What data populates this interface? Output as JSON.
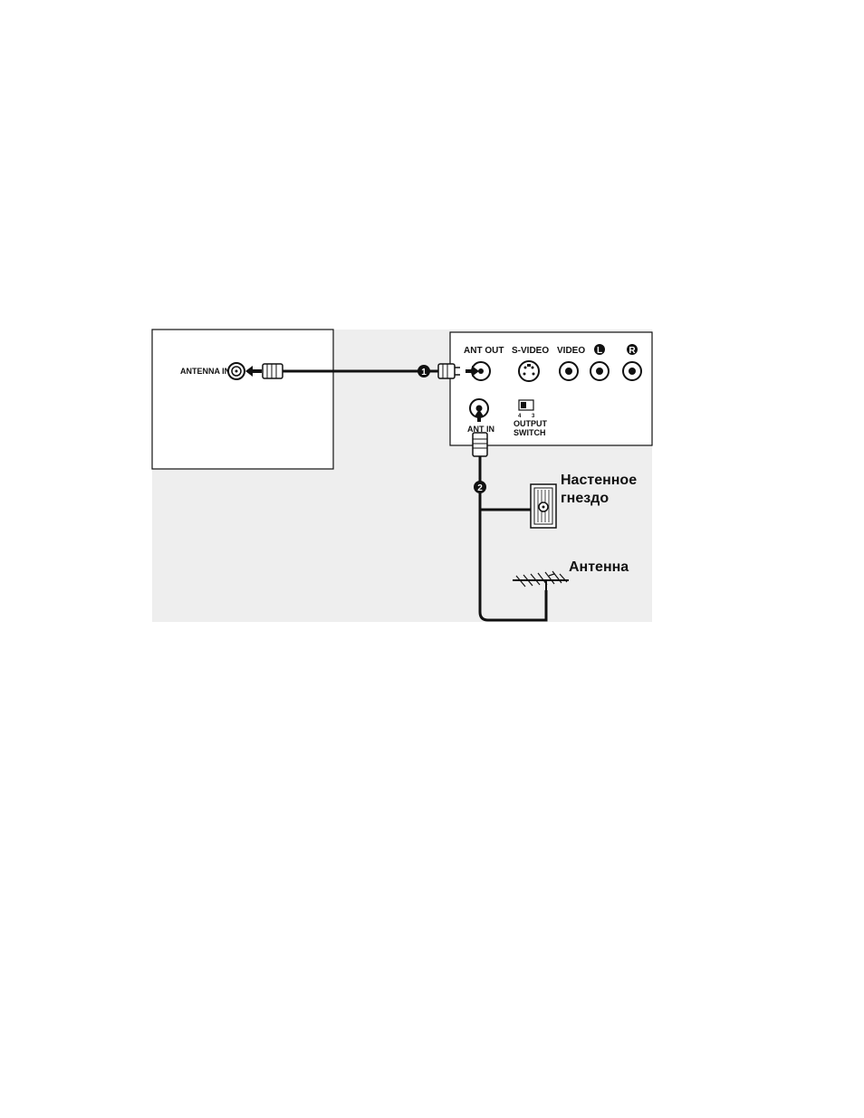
{
  "tv": {
    "antenna_in_label": "ANTENNA IN"
  },
  "device": {
    "ant_out_label": "ANT OUT",
    "s_video_label": "S-VIDEO",
    "video_label": "VIDEO",
    "audio_left_label": "L",
    "audio_right_label": "R",
    "ant_in_label": "ANT IN",
    "switch_pos_left": "4",
    "switch_pos_right": "3",
    "output_switch_line1": "OUTPUT",
    "output_switch_line2": "SWITCH"
  },
  "steps": [
    "1",
    "2"
  ],
  "wall_socket": {
    "line1": "Настенное",
    "line2": "гнездо"
  },
  "antenna": {
    "label": "Антенна"
  },
  "colors": {
    "line": "#111111",
    "panel_bg": "#eeeeee",
    "page_bg": "#ffffff"
  }
}
